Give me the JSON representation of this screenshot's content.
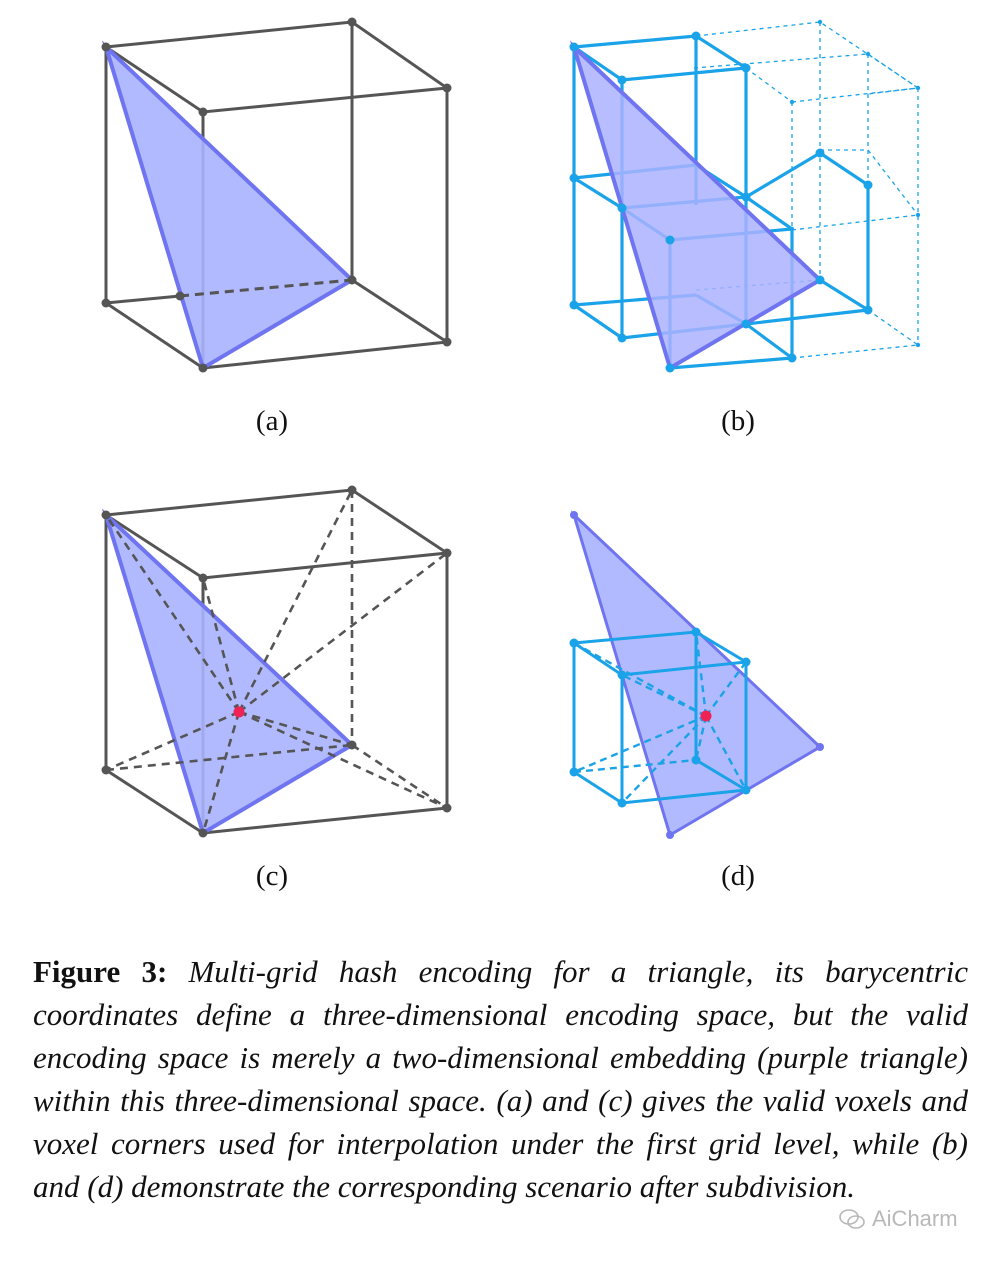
{
  "panels": [
    {
      "label": "(a)"
    },
    {
      "label": "(b)"
    },
    {
      "label": "(c)"
    },
    {
      "label": "(d)"
    }
  ],
  "caption": {
    "figure_label": "Figure 3:",
    "text": "Multi-grid hash encoding for a triangle, its barycentric coordinates define a three-dimensional encoding space, but the valid encoding space is merely a two-dimensional embedding (purple triangle) within this three-dimensional space. (a) and (c) gives the valid voxels and voxel corners used for interpolation under the first grid level, while (b) and (d) demonstrate the corresponding scenario after subdivision."
  },
  "watermark": {
    "text": "AiCharm",
    "icon": "wechat-icon"
  },
  "colors": {
    "cube_gray": "#555555",
    "grid_blue": "#1aa3e8",
    "triangle_fill": "#aab2ff",
    "triangle_edge": "#6f74f0",
    "sample_point": "#ee2255"
  }
}
